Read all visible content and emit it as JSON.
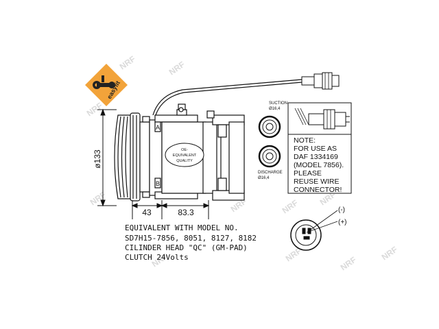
{
  "brand": {
    "logo_text": "easyfit",
    "logo_color": "#f2a33a",
    "watermark": "NRF"
  },
  "compressor": {
    "badge_lines": [
      "OE-",
      "EQUIVALENT",
      "QUALITY"
    ],
    "port_a": "A",
    "port_b": "B"
  },
  "dimensions": {
    "diameter": "ø133",
    "clutch_width": "43",
    "body_length": "83.3"
  },
  "ports": {
    "suction_label": "SUCTION",
    "suction_size": "Ø16,4",
    "discharge_label": "DISCHARGE",
    "discharge_size": "Ø16,4"
  },
  "note": {
    "lines": [
      "NOTE:",
      "FOR USE AS",
      "DAF 1334169",
      "(MODEL 7856).",
      "PLEASE",
      "REUSE WIRE",
      "CONNECTOR!"
    ]
  },
  "specs": {
    "lines": [
      "EQUIVALENT WITH MODEL NO.",
      "SD7H15-7856, 8051, 8127, 8182",
      "CILINDER HEAD \"QC\" (GM-PAD)",
      "CLUTCH 24Volts"
    ]
  },
  "connector": {
    "neg": "(-)",
    "pos": "(+)"
  }
}
